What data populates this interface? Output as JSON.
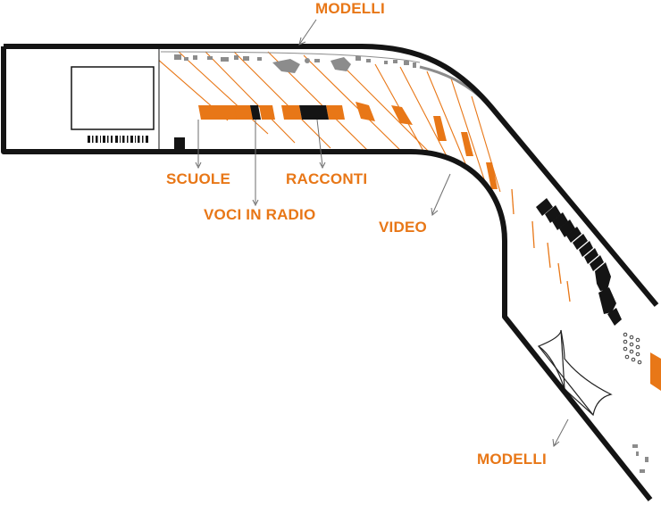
{
  "colors": {
    "accent": "#e87717",
    "wall": "#141414",
    "furniture": "#8c8c8c",
    "pointer": "#6e6e6e"
  },
  "labels": {
    "modelli_top": "MODELLI",
    "scuole": "SCUOLE",
    "voci_in_radio": "VOCI IN RADIO",
    "racconti": "RACCONTI",
    "video": "VIDEO",
    "modelli_bottom": "MODELLI"
  }
}
